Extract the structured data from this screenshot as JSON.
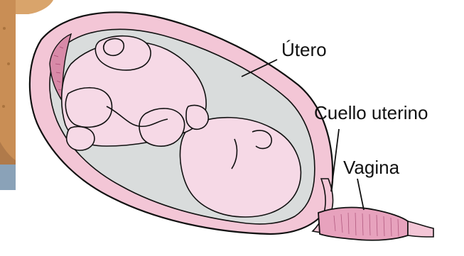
{
  "labels": {
    "uterus": "Útero",
    "cervix": "Cuello uterino",
    "vagina": "Vagina"
  },
  "colors": {
    "uterine_wall": "#f3c6d6",
    "fetus_skin": "#f6d9e6",
    "amniotic_cavity": "#d9dcdc",
    "placenta": "#d88aa8",
    "background_photo": "#d9a46b",
    "outline": "#111111"
  }
}
